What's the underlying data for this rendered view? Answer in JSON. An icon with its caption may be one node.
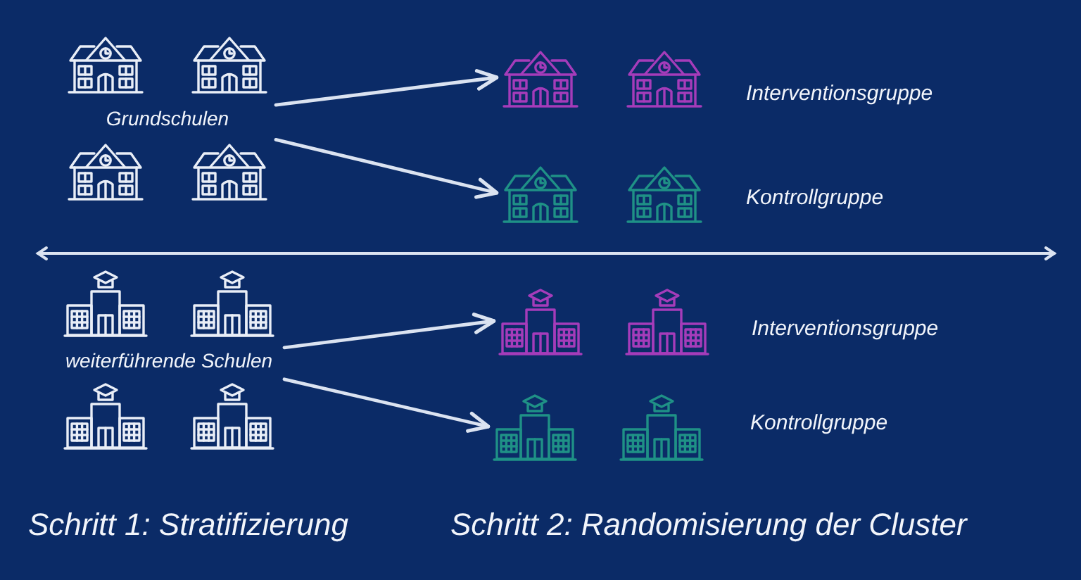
{
  "diagram": {
    "nodes": [
      {
        "text": [
          "Grundschulen"
        ]
      },
      {
        "text": [],
        "shape": "picture",
        "beside": [
          "Interventionsgruppe"
        ]
      },
      {
        "text": [],
        "shape": "picture",
        "beside": [
          "Kontrollgruppe"
        ]
      },
      {
        "text": [
          "weiterführende Schulen"
        ]
      },
      {
        "text": [],
        "shape": "picture",
        "beside": [
          "Interventionsgruppe"
        ]
      },
      {
        "text": [],
        "shape": "picture",
        "beside": [
          "Kontrollgruppe"
        ]
      }
    ],
    "edges": [
      {
        "from": 0,
        "to": 1,
        "arrow": "to"
      },
      {
        "from": 0,
        "to": 2,
        "arrow": "to"
      },
      {
        "from": 3,
        "to": 4,
        "arrow": "to"
      },
      {
        "from": 3,
        "to": 5,
        "arrow": "to"
      }
    ],
    "labels": [
      "Schritt 1: Stratifizierung",
      "Schritt 2: Randomisierung der Cluster"
    ]
  }
}
